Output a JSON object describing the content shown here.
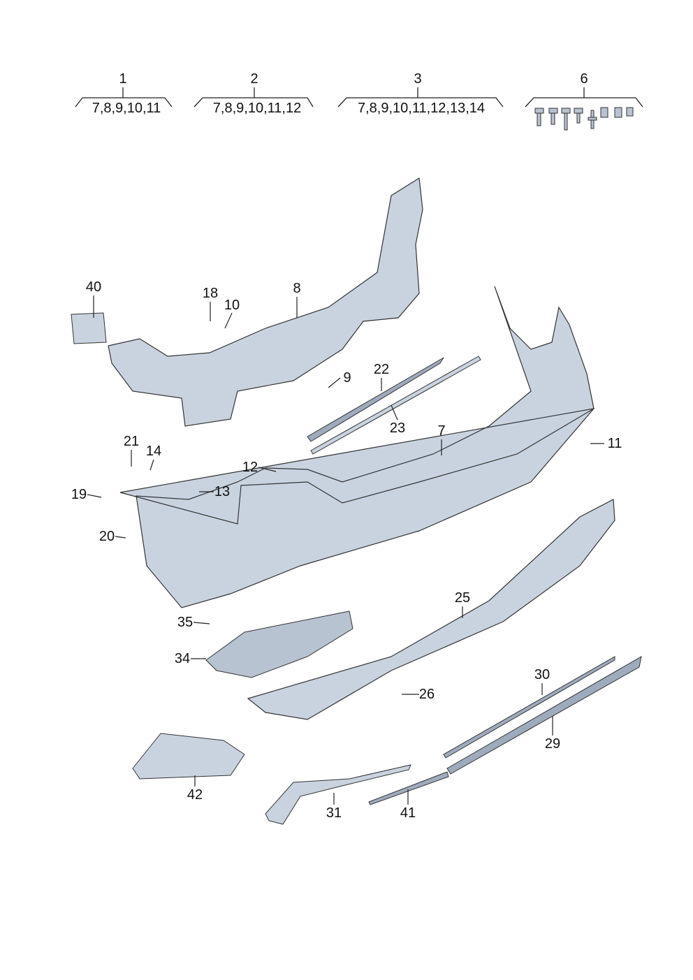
{
  "kits": [
    {
      "number": "1",
      "contents": "7,8,9,10,11"
    },
    {
      "number": "2",
      "contents": "7,8,9,10,11,12"
    },
    {
      "number": "3",
      "contents": "7,8,9,10,11,12,13,14"
    },
    {
      "number": "6",
      "contents": "screw-set"
    }
  ],
  "callouts": {
    "c40": "40",
    "c18": "18",
    "c10": "10",
    "c8": "8",
    "c9": "9",
    "c22": "22",
    "c23": "23",
    "c7": "7",
    "c11": "11",
    "c21": "21",
    "c14": "14",
    "c12": "12",
    "c13": "13",
    "c19": "19",
    "c20": "20",
    "c25": "25",
    "c35": "35",
    "c34": "34",
    "c26": "26",
    "c30": "30",
    "c29": "29",
    "c42": "42",
    "c31": "31",
    "c41": "41"
  },
  "colors": {
    "part_fill": "#c9d3e0",
    "part_shade": "#9eabbd",
    "line": "#222222"
  }
}
